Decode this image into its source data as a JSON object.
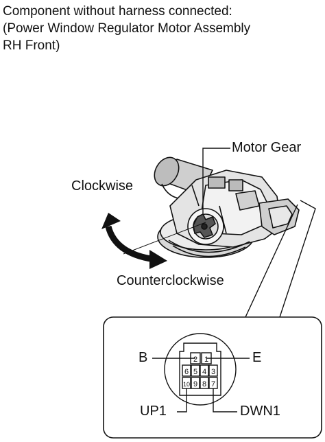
{
  "caption": {
    "line1": "Component without harness connected:",
    "line2": "(Power Window Regulator Motor Assembly",
    "line3": "RH Front)"
  },
  "labels": {
    "motor_gear": "Motor Gear",
    "clockwise": "Clockwise",
    "counterclockwise": "Counterclockwise"
  },
  "connector": {
    "terminal_b": "B",
    "terminal_e": "E",
    "terminal_up1": "UP1",
    "terminal_dwn1": "DWN1",
    "pins_top": [
      "2",
      "1"
    ],
    "pins_mid": [
      "6",
      "5",
      "4",
      "3"
    ],
    "pins_bot": [
      "10",
      "9",
      "8",
      "7"
    ]
  }
}
